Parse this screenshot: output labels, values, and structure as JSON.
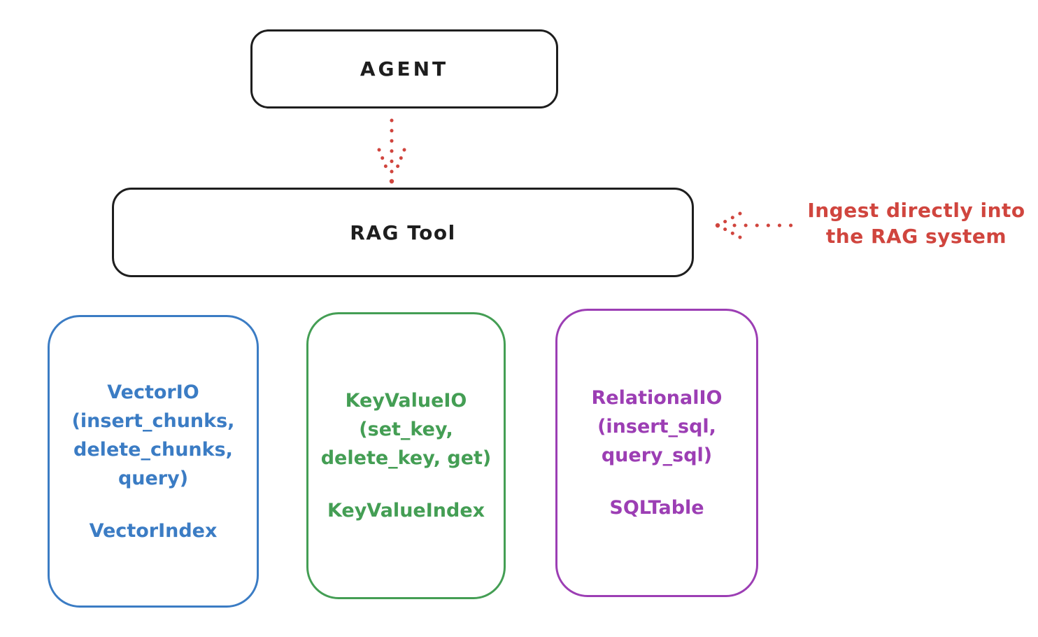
{
  "canvas": {
    "background": "#ffffff"
  },
  "colors": {
    "ink": "#1e1e1e",
    "red": "#d0453e",
    "blue": "#3b7cc4",
    "green": "#449e54",
    "purple": "#9c3eb4"
  },
  "agent_node": {
    "label": "AGENT"
  },
  "rag_tool_node": {
    "label": "RAG Tool"
  },
  "annotation": {
    "line1": "Ingest directly into",
    "line2": "the RAG system"
  },
  "io_boxes": [
    {
      "name": "vector-io",
      "accent": "#3b7cc4",
      "lines": [
        "VectorIO",
        "(insert_chunks,",
        "delete_chunks,",
        "query)"
      ],
      "index_label": "VectorIndex"
    },
    {
      "name": "keyvalue-io",
      "accent": "#449e54",
      "lines": [
        "KeyValueIO",
        "(set_key,",
        "delete_key, get)"
      ],
      "index_label": "KeyValueIndex"
    },
    {
      "name": "relational-io",
      "accent": "#9c3eb4",
      "lines": [
        "RelationalIO",
        "(insert_sql,",
        "query_sql)"
      ],
      "index_label": "SQLTable"
    }
  ]
}
